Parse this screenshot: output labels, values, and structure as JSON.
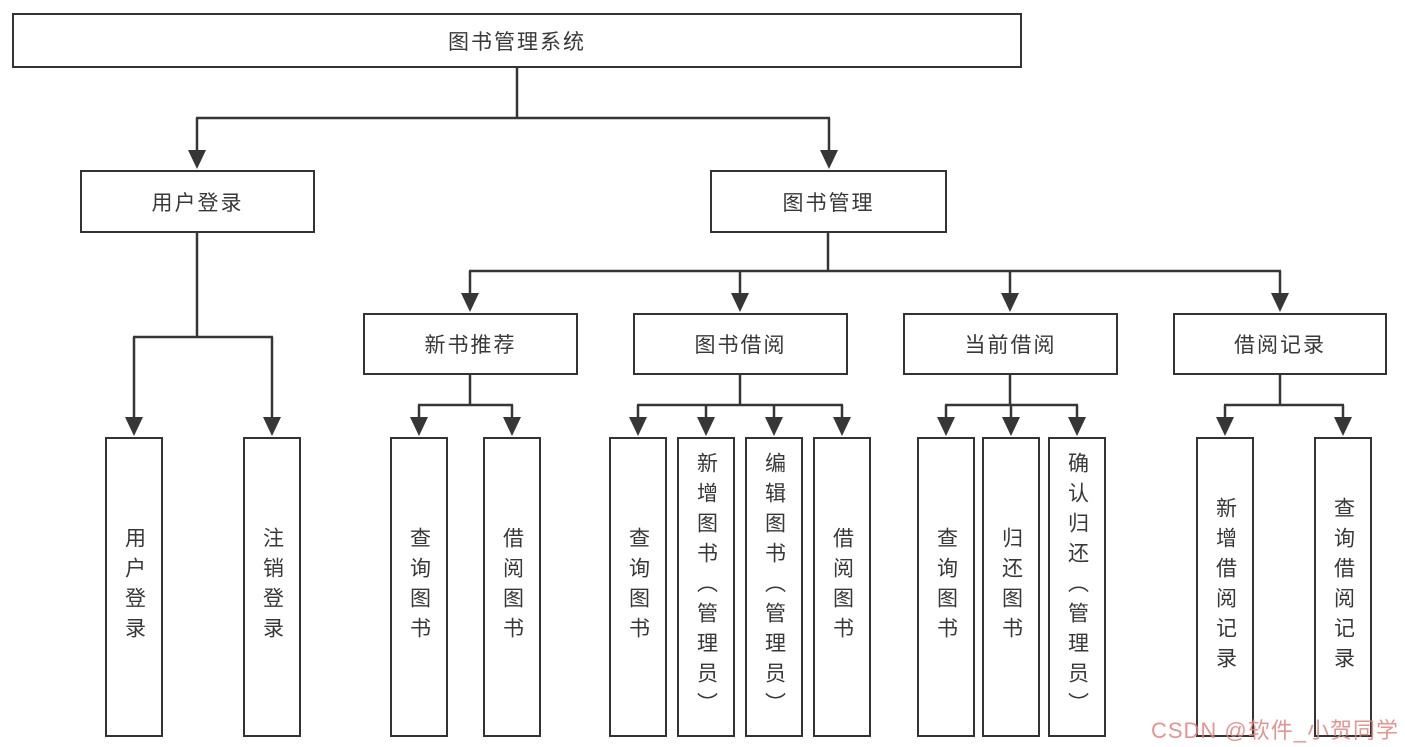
{
  "diagram": {
    "root": {
      "label": "图书管理系统"
    },
    "branches": [
      {
        "label": "用户登录",
        "children": [
          {
            "label": "用户登录"
          },
          {
            "label": "注销登录"
          }
        ]
      },
      {
        "label": "图书管理",
        "children": [
          {
            "label": "新书推荐",
            "children": [
              {
                "label": "查询图书"
              },
              {
                "label": "借阅图书"
              }
            ]
          },
          {
            "label": "图书借阅",
            "children": [
              {
                "label": "查询图书"
              },
              {
                "label": "新增图书（管理员）"
              },
              {
                "label": "编辑图书（管理员）"
              },
              {
                "label": "借阅图书"
              }
            ]
          },
          {
            "label": "当前借阅",
            "children": [
              {
                "label": "查询图书"
              },
              {
                "label": "归还图书"
              },
              {
                "label": "确认归还（管理员）"
              }
            ]
          },
          {
            "label": "借阅记录",
            "children": [
              {
                "label": "新增借阅记录"
              },
              {
                "label": "查询借阅记录"
              }
            ]
          }
        ]
      }
    ]
  },
  "watermark": {
    "text": "CSDN @软件_小贺同学",
    "color": "#de827c"
  },
  "line_color": "#363636"
}
